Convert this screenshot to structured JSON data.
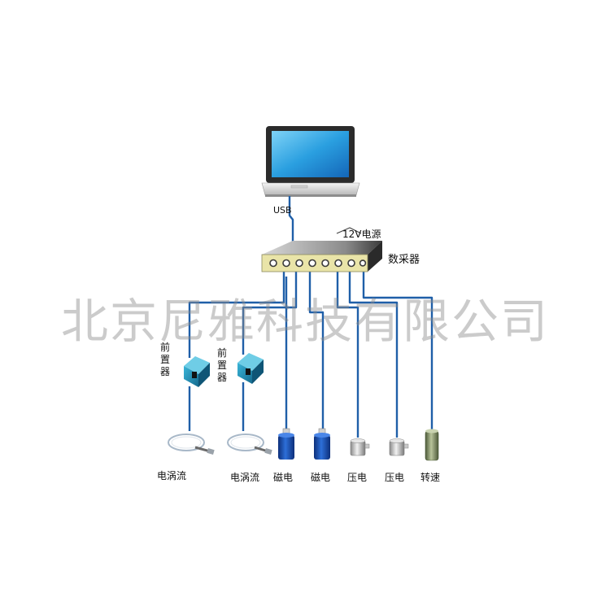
{
  "labels": {
    "usb": "USB",
    "power": "12V电源",
    "daq": "数采器",
    "preamp_1": [
      "前",
      "置",
      "器"
    ],
    "preamp_2": [
      "前",
      "置",
      "器"
    ],
    "sensors": [
      "电涡流",
      "电涡流",
      "磁电",
      "磁电",
      "压电",
      "压电",
      "转速"
    ]
  },
  "watermark": "北京尼雅科技有限公司",
  "colors": {
    "wire": "#1f5fa8",
    "screen": "#2a9fe0",
    "sensor_blue": "#1a4fb0",
    "preamp_blue": "#1e8fb8"
  }
}
